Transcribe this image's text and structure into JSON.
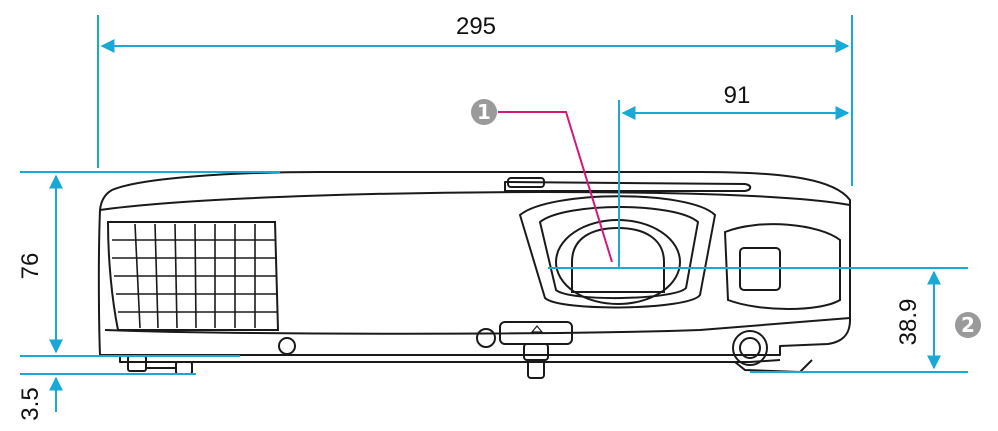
{
  "dimensions": {
    "overall_width": "295",
    "lens_offset": "91",
    "height": "76",
    "foot_height": "3.5",
    "lens_center_height": "38.9"
  },
  "callouts": {
    "lens_center": "1",
    "reference_height": "2"
  },
  "colors": {
    "dimension_line": "#19a9d6",
    "callout_leader": "#d6177a",
    "callout_badge": "#9a9a9a",
    "outline": "#1a1a1a"
  }
}
